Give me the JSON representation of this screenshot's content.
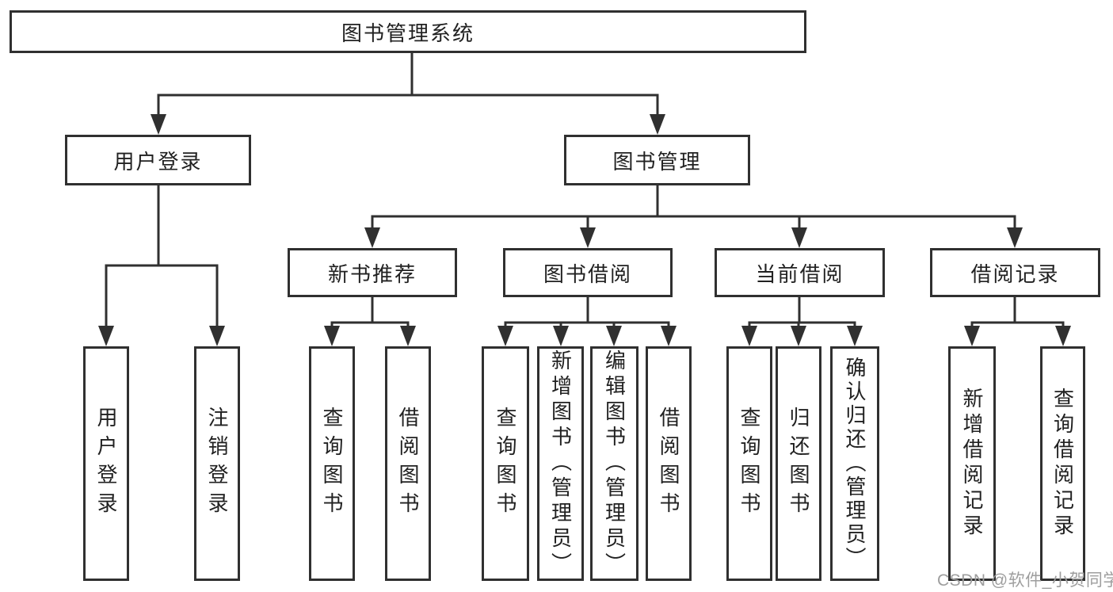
{
  "diagram": {
    "root": {
      "label": "图书管理系统"
    },
    "level2": [
      {
        "label": "用户登录"
      },
      {
        "label": "图书管理"
      }
    ],
    "level3": [
      {
        "label": "新书推荐"
      },
      {
        "label": "图书借阅"
      },
      {
        "label": "当前借阅"
      },
      {
        "label": "借阅记录"
      }
    ],
    "leaves": {
      "user_login": [
        {
          "label": "用户登录"
        },
        {
          "label": "注销登录"
        }
      ],
      "new_book": [
        {
          "label": "查询图书"
        },
        {
          "label": "借阅图书"
        }
      ],
      "book_borrow": [
        {
          "label": "查询图书"
        },
        {
          "label": "新增图书（管理员）"
        },
        {
          "label": "编辑图书（管理员）"
        },
        {
          "label": "借阅图书"
        }
      ],
      "current_borrow": [
        {
          "label": "查询图书"
        },
        {
          "label": "归还图书"
        },
        {
          "label": "确认归还（管理员）"
        }
      ],
      "borrow_record": [
        {
          "label": "新增借阅记录"
        },
        {
          "label": "查询借阅记录"
        }
      ]
    },
    "watermark": "CSDN @软件_小贺同学",
    "colors": {
      "line": "#303030",
      "text": "#212121",
      "background": "#ffffff",
      "watermark": "#9e9e9e"
    }
  }
}
